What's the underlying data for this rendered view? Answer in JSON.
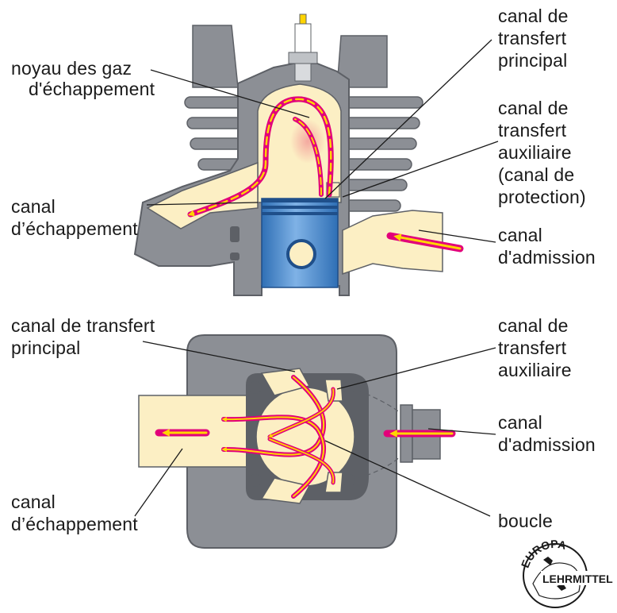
{
  "colors": {
    "engine_gray": "#8c8f95",
    "engine_dark": "#5d6066",
    "channel_cream": "#fcefc4",
    "piston_blue": "#4f8fd0",
    "flow_magenta": "#e2007a",
    "flow_yellow": "#ffd400",
    "exhaust_core_pink": "#f4a9a0"
  },
  "labels": {
    "exhaust_core": [
      "noyau des gaz",
      "d'échappement"
    ],
    "main_transfer_top": [
      "canal de",
      "transfert",
      "principal"
    ],
    "aux_transfer_top": [
      "canal de",
      "transfert",
      "auxiliaire",
      "(canal de",
      "protection)"
    ],
    "exhaust_top": [
      "canal",
      "d’échappement"
    ],
    "intake_top": [
      "canal",
      "d'admission"
    ],
    "main_transfer_bottom": [
      "canal de transfert",
      "principal"
    ],
    "aux_transfer_bottom": [
      "canal de",
      "transfert",
      "auxiliaire"
    ],
    "intake_bottom": [
      "canal",
      "d'admission"
    ],
    "exhaust_bottom": [
      "canal",
      "d’échappement"
    ],
    "loop": [
      "boucle"
    ]
  },
  "logo": {
    "arc_text": "EUROPA",
    "band_text": "LEHRMITTEL"
  }
}
